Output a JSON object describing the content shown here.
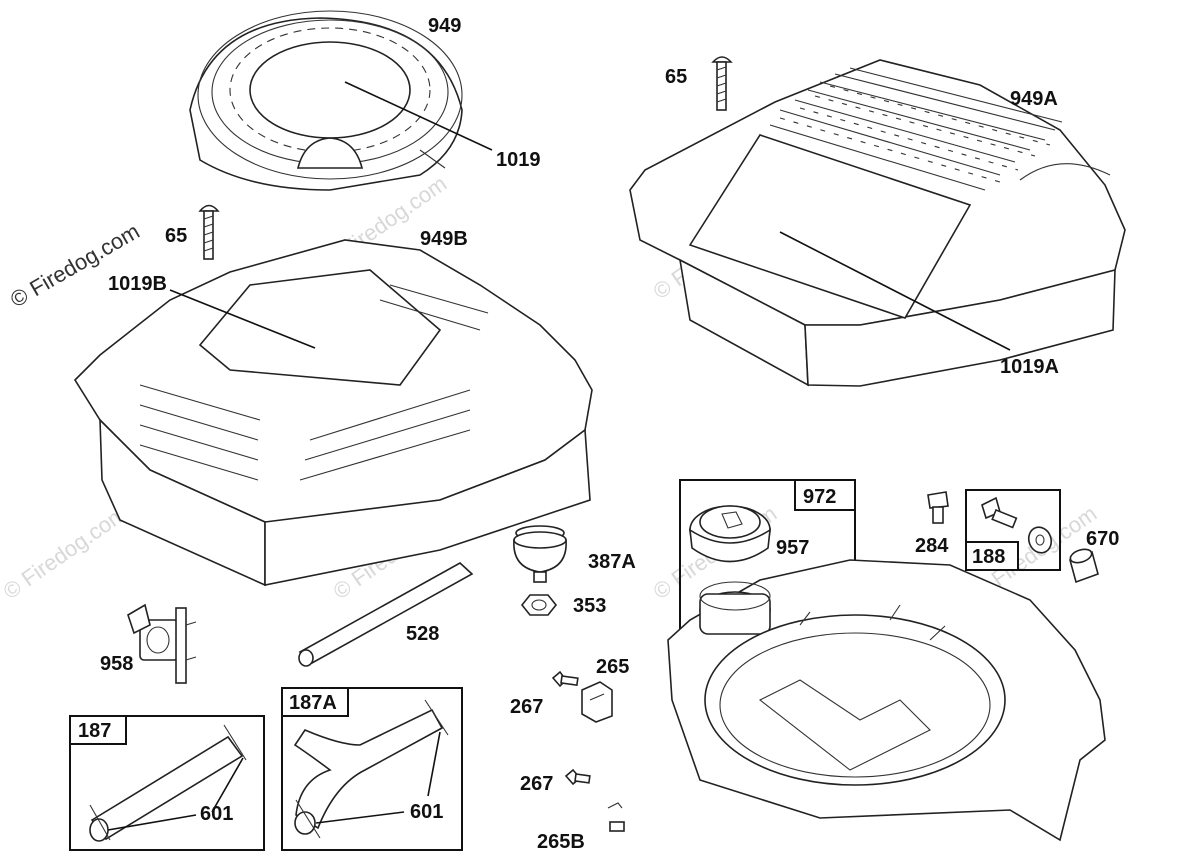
{
  "watermark": {
    "main": "© Firedog.com",
    "faint": "© Firedog.com"
  },
  "labels": {
    "p949": "949",
    "p1019": "1019",
    "p65_top": "65",
    "p949A": "949A",
    "p65_left": "65",
    "p949B": "949B",
    "p1019B": "1019B",
    "p1019A": "1019A",
    "p972": "972",
    "p957": "957",
    "p284": "284",
    "p188": "188",
    "p670": "670",
    "p387A": "387A",
    "p353": "353",
    "p528": "528",
    "p958": "958",
    "p187": "187",
    "p187A": "187A",
    "p601_a": "601",
    "p601_b": "601",
    "p265": "265",
    "p267_a": "267",
    "p267_b": "267",
    "p265B": "265B"
  }
}
